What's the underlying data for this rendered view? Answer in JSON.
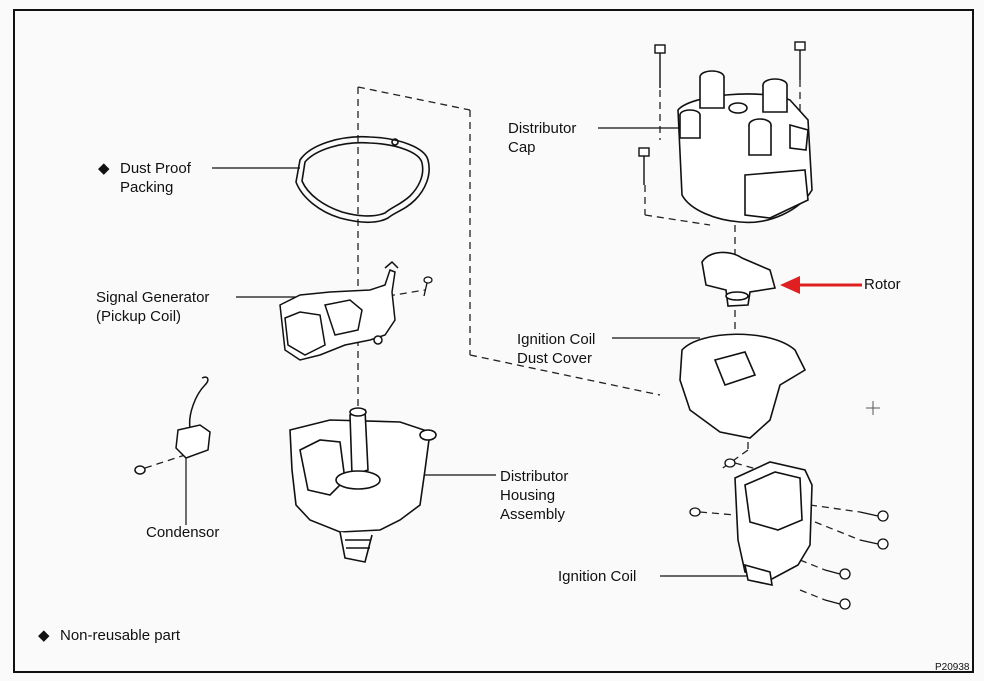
{
  "figure_id": "P20938",
  "legend": {
    "symbol": "◆",
    "text": "Non-reusable part"
  },
  "labels": {
    "dust_proof_packing": [
      "Dust Proof",
      "Packing"
    ],
    "dust_proof_packing_marker": "◆",
    "signal_generator": [
      "Signal Generator",
      "(Pickup Coil)"
    ],
    "condensor": "Condensor",
    "distributor_housing": [
      "Distributor",
      "Housing",
      "Assembly"
    ],
    "distributor_cap": [
      "Distributor",
      "Cap"
    ],
    "rotor": "Rotor",
    "ignition_coil_dust_cover": [
      "Ignition Coil",
      "Dust Cover"
    ],
    "ignition_coil": "Ignition Coil"
  },
  "colors": {
    "ink": "#111111",
    "paper": "#fafafa",
    "highlight_arrow": "#e02020"
  }
}
